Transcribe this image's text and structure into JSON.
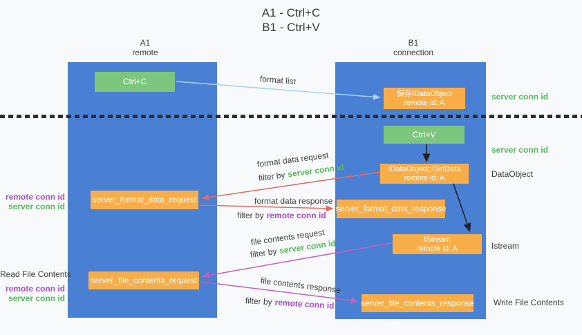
{
  "title": {
    "line1": "A1 - Ctrl+C",
    "line2": "B1 - Ctrl+V"
  },
  "columns": {
    "left": {
      "id": "A1",
      "role": "remote"
    },
    "right": {
      "id": "B1",
      "role": "connection"
    }
  },
  "nodes": {
    "ctrl_c": {
      "label": "Ctrl+C"
    },
    "save_dataobject": {
      "line1": "保存IDataObject",
      "line2": "remote id: A"
    },
    "ctrl_v": {
      "label": "Ctrl+V"
    },
    "getdata": {
      "line1": "IDataObject::GetData",
      "line2": "remote id: A"
    },
    "format_request": {
      "label": "server_format_data_request"
    },
    "format_response": {
      "label": "server_format_data_response"
    },
    "istream": {
      "line1": "IStream",
      "line2": "remote id: A"
    },
    "file_request": {
      "label": "server_file_contents_request"
    },
    "file_response": {
      "label": "server_file_contents_response"
    }
  },
  "annotations": {
    "format_list": "format list",
    "format_data_request": "format data request",
    "format_data_response": "format data response",
    "file_contents_request": "file contents request",
    "file_contents_response": "file contents response",
    "filter_by": "filter by",
    "server_conn_id": "server conn id",
    "remote_conn_id": "remote conn id"
  },
  "side_labels": {
    "server_conn_id_top": "server conn id",
    "server_conn_id_mid": "server conn id",
    "dataobject": "DataObject",
    "istream": "Istream",
    "write_file_contents": "Write File Contents",
    "read_file_contents": "Read File Contents",
    "remote_conn_id": "remote conn id",
    "server_conn_id": "server conn id"
  },
  "colors": {
    "background": "#f8f9fa",
    "lifeline_blue": "#4a80d4",
    "node_green": "#7dc67e",
    "node_orange": "#f9ad49",
    "arrow_light_blue": "#a5d3f3",
    "arrow_red": "#e8695e",
    "arrow_magenta": "#c45ec0",
    "arrow_black": "#222222",
    "text_green": "#55b85c",
    "text_purple": "#a94ec9",
    "text_dark": "#3f3f3f"
  }
}
